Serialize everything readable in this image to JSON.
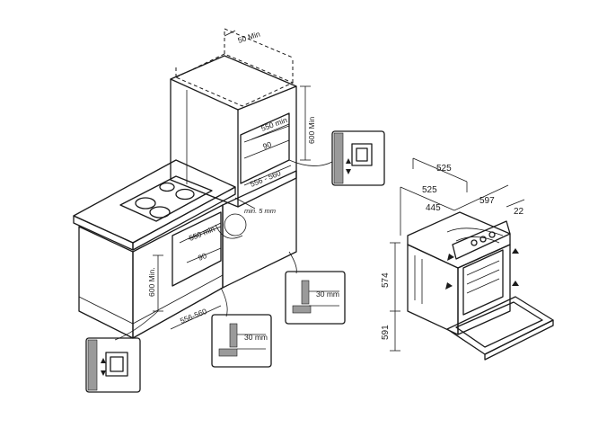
{
  "colors": {
    "ink": "#1a1a1a",
    "hatch": "#9a9a9a",
    "background": "#ffffff"
  },
  "cabinet_dims": {
    "top_clearance": "50 Min",
    "column_height": "600 Min",
    "upper_depth": "550 min",
    "upper_gap": "90",
    "upper_width": "556 - 560",
    "hob_gap": "min. 5 mm",
    "lower_depth": "550 min",
    "lower_gap": "90",
    "lower_height": "600 Min.",
    "lower_width": "556-560",
    "detail_mid": "30 mm",
    "detail_right": "30 mm"
  },
  "oven_dims": {
    "depth_outer": "525",
    "depth_inner": "525",
    "width_inner": "445",
    "width_outer": "597",
    "panel_offset": "22",
    "height_inner": "574",
    "height_outer": "591"
  }
}
